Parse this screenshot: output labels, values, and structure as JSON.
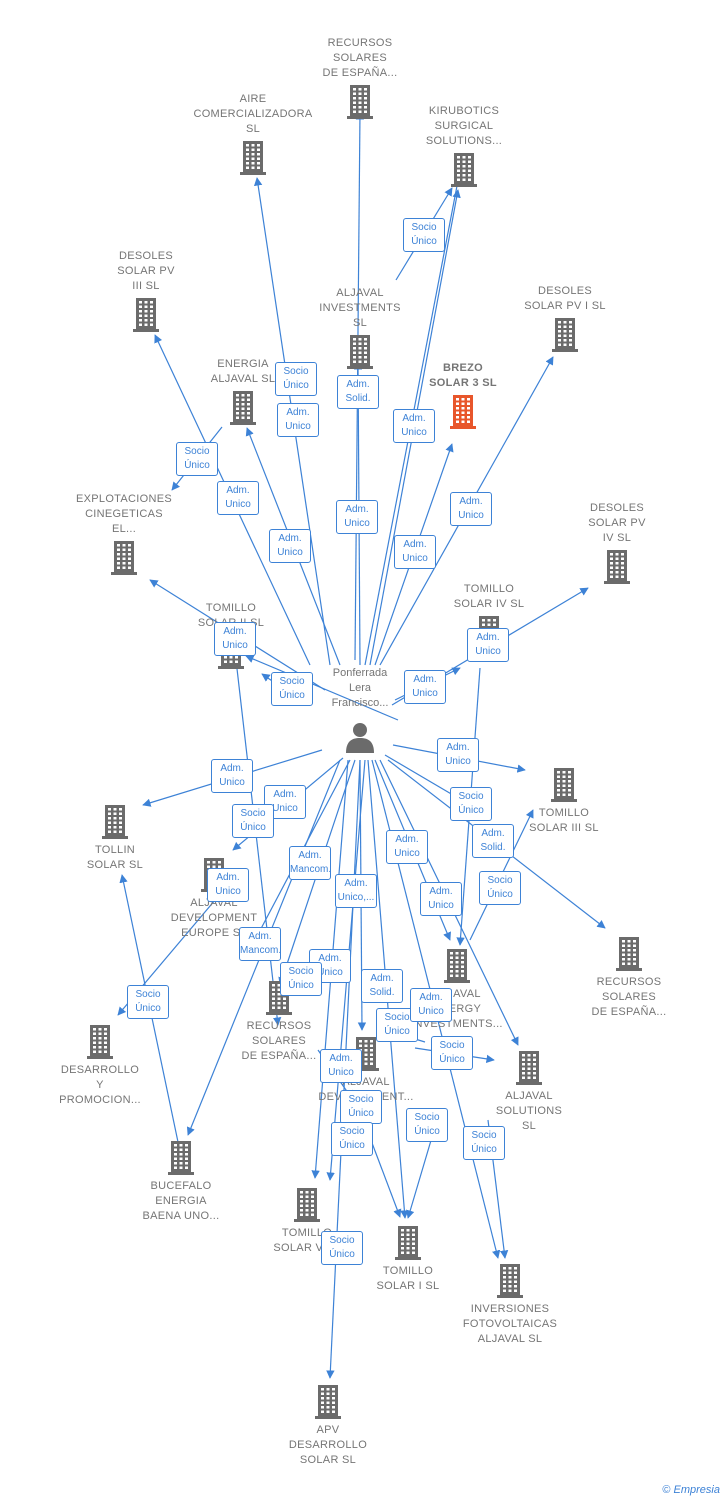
{
  "colors": {
    "edge": "#3d82d6",
    "building": "#6b6b6b",
    "focus_building": "#e8562b",
    "label": "#757575"
  },
  "icons": {
    "company": "building-icon",
    "person": "person-icon"
  },
  "center": {
    "label_lines": [
      "Ponferrada",
      "Lera",
      "Francisco..."
    ]
  },
  "watermark": {
    "symbol": "©",
    "brand": "Empresia"
  },
  "nodes": [
    {
      "id": "recursos1",
      "lines": [
        "RECURSOS",
        "SOLARES",
        "DE ESPAÑA..."
      ]
    },
    {
      "id": "aire",
      "lines": [
        "AIRE",
        "COMERCIALIZADORA",
        "SL"
      ]
    },
    {
      "id": "kirubotics",
      "lines": [
        "KIRUBOTICS",
        "SURGICAL",
        "SOLUTIONS..."
      ]
    },
    {
      "id": "desoles3",
      "lines": [
        "DESOLES",
        "SOLAR PV",
        "III  SL"
      ]
    },
    {
      "id": "aljinv",
      "lines": [
        "ALJAVAL",
        "INVESTMENTS",
        "SL"
      ]
    },
    {
      "id": "desoles1",
      "lines": [
        "DESOLES",
        "SOLAR PV I  SL"
      ]
    },
    {
      "id": "energia",
      "lines": [
        "ENERGIA",
        "ALJAVAL  SL"
      ]
    },
    {
      "id": "brezo",
      "lines": [
        "BREZO",
        "SOLAR 3  SL"
      ]
    },
    {
      "id": "explot",
      "lines": [
        "EXPLOTACIONES",
        "CINEGETICAS",
        "EL..."
      ]
    },
    {
      "id": "desoles4",
      "lines": [
        "DESOLES",
        "SOLAR PV",
        "IV  SL"
      ]
    },
    {
      "id": "tomillo2",
      "lines": [
        "TOMILLO",
        "SOLAR II  SL"
      ]
    },
    {
      "id": "tomillo4",
      "lines": [
        "TOMILLO",
        "SOLAR IV  SL"
      ]
    },
    {
      "id": "tollin",
      "lines": [
        "TOLLIN",
        "SOLAR  SL"
      ]
    },
    {
      "id": "tomillo3",
      "lines": [
        "TOMILLO",
        "SOLAR III  SL"
      ]
    },
    {
      "id": "aljdeveu",
      "lines": [
        "ALJAVAL",
        "DEVELOPMENT",
        "EUROPE  SL"
      ]
    },
    {
      "id": "recursos2",
      "lines": [
        "RECURSOS",
        "SOLARES",
        "DE ESPAÑA..."
      ]
    },
    {
      "id": "recursos3",
      "lines": [
        "RECURSOS",
        "SOLARES",
        "DE ESPAÑA..."
      ]
    },
    {
      "id": "aljenergy",
      "lines": [
        "ALJAVAL",
        "ENERGY",
        "INVESTMENTS..."
      ]
    },
    {
      "id": "desarrollo",
      "lines": [
        "DESARROLLO",
        "Y",
        "PROMOCION..."
      ]
    },
    {
      "id": "aljdev2",
      "lines": [
        "ALJAVAL",
        "DEVELOPMENT..."
      ]
    },
    {
      "id": "aljsol",
      "lines": [
        "ALJAVAL",
        "SOLUTIONS",
        "SL"
      ]
    },
    {
      "id": "bucefalo",
      "lines": [
        "BUCEFALO",
        "ENERGIA",
        "BAENA UNO..."
      ]
    },
    {
      "id": "tomillo5",
      "lines": [
        "TOMILLO",
        "SOLAR V  SL"
      ]
    },
    {
      "id": "tomillo1",
      "lines": [
        "TOMILLO",
        "SOLAR I  SL"
      ]
    },
    {
      "id": "inversiones",
      "lines": [
        "INVERSIONES",
        "FOTOVOLTAICAS",
        "ALJAVAL  SL"
      ]
    },
    {
      "id": "apv",
      "lines": [
        "APV",
        "DESARROLLO",
        "SOLAR  SL"
      ]
    }
  ],
  "badges": [
    {
      "lines": [
        "Socio",
        "Único"
      ]
    },
    {
      "lines": [
        "Adm.",
        "Solid."
      ]
    },
    {
      "lines": [
        "Socio",
        "Único"
      ]
    },
    {
      "lines": [
        "Adm.",
        "Unico"
      ]
    },
    {
      "lines": [
        "Adm.",
        "Unico"
      ]
    },
    {
      "lines": [
        "Socio",
        "Único"
      ]
    },
    {
      "lines": [
        "Adm.",
        "Unico"
      ]
    },
    {
      "lines": [
        "Adm.",
        "Unico"
      ]
    },
    {
      "lines": [
        "Adm.",
        "Unico"
      ]
    },
    {
      "lines": [
        "Adm.",
        "Unico"
      ]
    },
    {
      "lines": [
        "Adm.",
        "Unico"
      ]
    },
    {
      "lines": [
        "Adm.",
        "Unico"
      ]
    },
    {
      "lines": [
        "Socio",
        "Único"
      ]
    },
    {
      "lines": [
        "Adm.",
        "Unico"
      ]
    },
    {
      "lines": [
        "Adm.",
        "Unico"
      ]
    },
    {
      "lines": [
        "Adm.",
        "Unico"
      ]
    },
    {
      "lines": [
        "Adm.",
        "Unico"
      ]
    },
    {
      "lines": [
        "Socio",
        "Único"
      ]
    },
    {
      "lines": [
        "Adm.",
        "Solid."
      ]
    },
    {
      "lines": [
        "Adm.",
        "Unico"
      ]
    },
    {
      "lines": [
        "Socio",
        "Único"
      ]
    },
    {
      "lines": [
        "Adm.",
        "Mancom."
      ]
    },
    {
      "lines": [
        "Adm.",
        "Unico,..."
      ]
    },
    {
      "lines": [
        "Adm.",
        "Unico"
      ]
    },
    {
      "lines": [
        "Adm.",
        "Unico"
      ]
    },
    {
      "lines": [
        "Adm.",
        "Unico"
      ]
    },
    {
      "lines": [
        "Socio",
        "Único"
      ]
    },
    {
      "lines": [
        "Adm.",
        "Mancom."
      ]
    },
    {
      "lines": [
        "Adm.",
        "Unico"
      ]
    },
    {
      "lines": [
        "Socio",
        "Único"
      ]
    },
    {
      "lines": [
        "Socio",
        "Único"
      ]
    },
    {
      "lines": [
        "Adm.",
        "Solid."
      ]
    },
    {
      "lines": [
        "Socio",
        "Único"
      ]
    },
    {
      "lines": [
        "Adm.",
        "Unico"
      ]
    },
    {
      "lines": [
        "Socio",
        "Único"
      ]
    },
    {
      "lines": [
        "Adm.",
        "Unico"
      ]
    },
    {
      "lines": [
        "Socio",
        "Único"
      ]
    },
    {
      "lines": [
        "Socio",
        "Único"
      ]
    },
    {
      "lines": [
        "Socio",
        "Único"
      ]
    },
    {
      "lines": [
        "Socio",
        "Único"
      ]
    },
    {
      "lines": [
        "Socio",
        "Único"
      ]
    }
  ]
}
